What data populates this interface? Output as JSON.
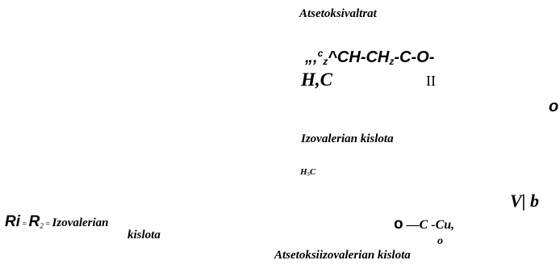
{
  "page": {
    "title_top": "Atsetoksivaltrat",
    "formula_line1_prefix": "„‚",
    "formula_line1_sup": "c",
    "formula_line1_sub": "z",
    "formula_line1_main": "^CH-CH",
    "formula_line1_sub2": "z",
    "formula_line1_tail": "-C-O-",
    "formula_line2_h": "H,C",
    "formula_line2_ii": "II",
    "right_o": "o",
    "title_middle": "Izovalerian kislota",
    "h5c_main": "H",
    "h5c_sub": "5",
    "h5c_tail": "C",
    "vb": "V| b",
    "r_left_r1": "Ri",
    "r_left_eq1": " = ",
    "r_left_r2": "R",
    "r_left_sub": "2",
    "r_left_eq2": " = ",
    "r_left_label": "Izovalerian",
    "r_left_label2": "kislota",
    "o_main": "o",
    "o_dash_formula": " —C -Cu,",
    "o_small": "o",
    "title_bottom": "Atsetoksiizovalerian kislota"
  }
}
